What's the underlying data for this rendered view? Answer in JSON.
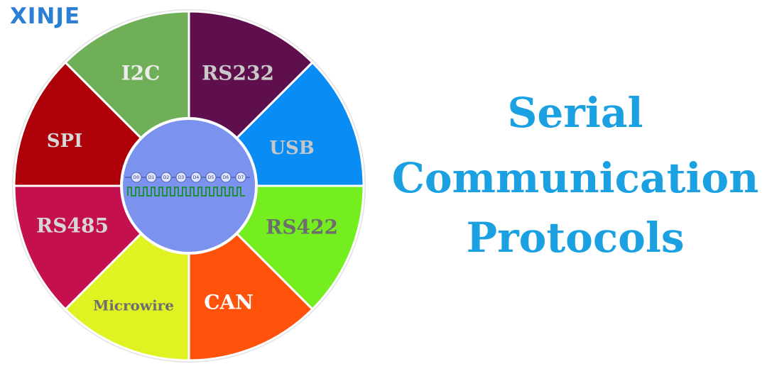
{
  "brand": {
    "logo_text": "XINJE",
    "logo_color": "#2a7fd4"
  },
  "headline": {
    "line1": "Serial",
    "line2": "Communication",
    "line3": "Protocols",
    "color": "#1ba1e2"
  },
  "wheel": {
    "center_color": "#7b93ee",
    "segments": [
      {
        "label": "RS232",
        "color": "#600f4d",
        "text_color": "#c9c9c9"
      },
      {
        "label": "USB",
        "color": "#0a8cf5",
        "text_color": "#c7c7c7"
      },
      {
        "label": "RS422",
        "color": "#74ee1e",
        "text_color": "#6d6d6d"
      },
      {
        "label": "CAN",
        "color": "#ff520a",
        "text_color": "#ffffff"
      },
      {
        "label": "Microwire",
        "color": "#e0f222",
        "text_color": "#6e6e6e"
      },
      {
        "label": "RS485",
        "color": "#c4104f",
        "text_color": "#d6d6d6"
      },
      {
        "label": "SPI",
        "color": "#ad0009",
        "text_color": "#d8d8d8"
      },
      {
        "label": "I2C",
        "color": "#6faf58",
        "text_color": "#ececec"
      }
    ],
    "hub_bits": [
      "D0",
      "D1",
      "D2",
      "D3",
      "D4",
      "D5",
      "D6",
      "D7"
    ]
  }
}
